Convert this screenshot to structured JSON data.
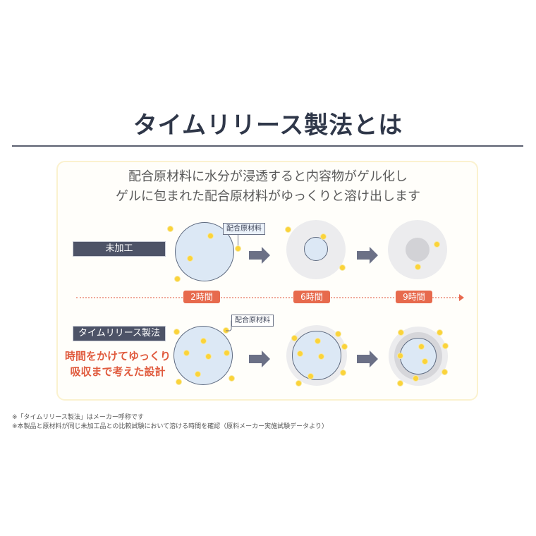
{
  "header": {
    "title": "タイムリリース製法とは"
  },
  "panel": {
    "lead_lines": [
      "配合原材料に水分が浸透すると内容物がゲル化し",
      "ゲルに包まれた配合原材料がゆっくりと溶け出します"
    ],
    "rows": [
      {
        "label": "未加工",
        "callout": "配合原材料"
      },
      {
        "label": "タイムリリース製法",
        "callout": "配合原材料",
        "note_lines": [
          "時間をかけてゆっくり",
          "吸収まで考えた設計"
        ]
      }
    ],
    "timeline": {
      "stages": [
        "2時間",
        "6時間",
        "9時間"
      ]
    }
  },
  "footnotes": [
    "※「タイムリリース製法」はメーカー呼称です",
    "※本製品と原材料が同じ未加工品との比較試験において溶ける時間を確認（原料メーカー実施試験データより）"
  ],
  "colors": {
    "title": "#2f3749",
    "label_bar": "#4d5367",
    "accent_orange": "#e76a4d",
    "capsule_blue": "#dce8f5",
    "ingredient_yellow": "#fbd33a",
    "panel_border": "#fbf2cf"
  }
}
